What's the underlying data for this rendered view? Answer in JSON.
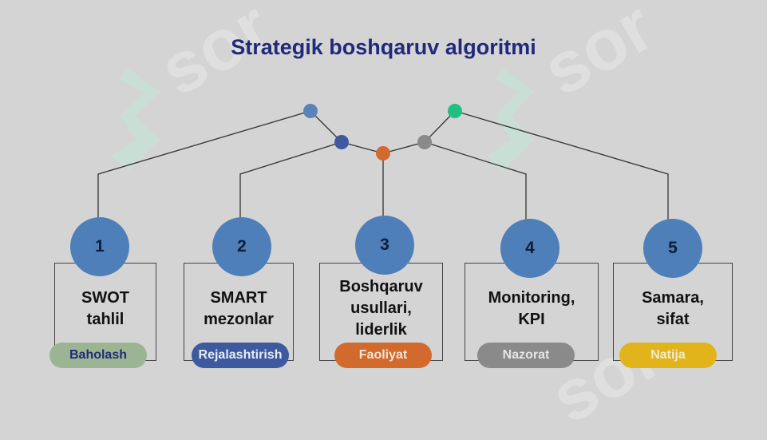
{
  "title": "Strategik boshqaruv algoritmi",
  "watermark": {
    "text": "sor",
    "icon": "logo-mark-icon"
  },
  "steps": [
    {
      "number": "1",
      "text": "SWOT\ntahlil",
      "label": "Baholash",
      "dot_color": "#5b83b6",
      "pill_color": "#9bb493",
      "label_color": "#1f2a7a"
    },
    {
      "number": "2",
      "text": "SMART\nmezonlar",
      "label": "Rejalashtirish",
      "dot_color": "#3d5a9e",
      "pill_color": "#3d5a9e",
      "label_color": "#e8ecf6"
    },
    {
      "number": "3",
      "text": "Boshqaruv\nusullari,\nliderlik",
      "label": "Faoliyat",
      "dot_color": "#d26a2e",
      "pill_color": "#d26a2e",
      "label_color": "#f6e4d6"
    },
    {
      "number": "4",
      "text": "Monitoring,\nKPI",
      "label": "Nazorat",
      "dot_color": "#8a8a8a",
      "pill_color": "#8a8a8a",
      "label_color": "#e6e6e6"
    },
    {
      "number": "5",
      "text": "Samara,\nsifat",
      "label": "Natija",
      "dot_color": "#22c080",
      "pill_color": "#e0b41a",
      "label_color": "#f6ead0"
    }
  ]
}
